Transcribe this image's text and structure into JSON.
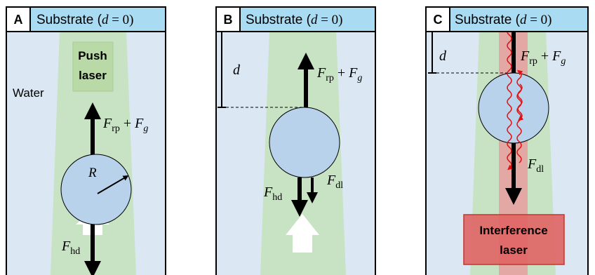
{
  "panels": [
    {
      "letter": "A",
      "header": {
        "prefix": "Substrate (",
        "var": "d",
        "suffix": " = 0)"
      },
      "water_label": "Water",
      "push_laser": [
        "Push",
        "laser"
      ],
      "forces": {
        "up": {
          "main": "F",
          "sub": "rp",
          "plus": " + ",
          "main2": "F",
          "sub2": "g"
        },
        "down": {
          "main": "F",
          "sub": "hd"
        },
        "radius": "R"
      }
    },
    {
      "letter": "B",
      "header": {
        "prefix": "Substrate (",
        "var": "d",
        "suffix": " = 0)"
      },
      "distance_label": "d",
      "forces": {
        "up": {
          "main": "F",
          "sub": "rp",
          "plus": " + ",
          "main2": "F",
          "sub2": "g"
        },
        "down_hd": {
          "main": "F",
          "sub": "hd"
        },
        "down_dl": {
          "main": "F",
          "sub": "dl"
        }
      }
    },
    {
      "letter": "C",
      "header": {
        "prefix": "Substrate (",
        "var": "d",
        "suffix": " = 0)"
      },
      "distance_label": "d",
      "interference_laser": [
        "Interference",
        "laser"
      ],
      "forces": {
        "up": {
          "main": "F",
          "sub": "rp",
          "plus": " + ",
          "main2": "F",
          "sub2": "g"
        },
        "down_dl": {
          "main": "F",
          "sub": "dl"
        }
      }
    }
  ],
  "colors": {
    "header_bg": "#a9dcf3",
    "water_bg": "#dbe8f4",
    "push_beam": "#c8e3c3",
    "sphere_fill": "#b7d2ea",
    "interference_beam": "#e3a8a4",
    "interference_box": "#e06464",
    "wave": "#e01010",
    "arrow": "#000000"
  }
}
